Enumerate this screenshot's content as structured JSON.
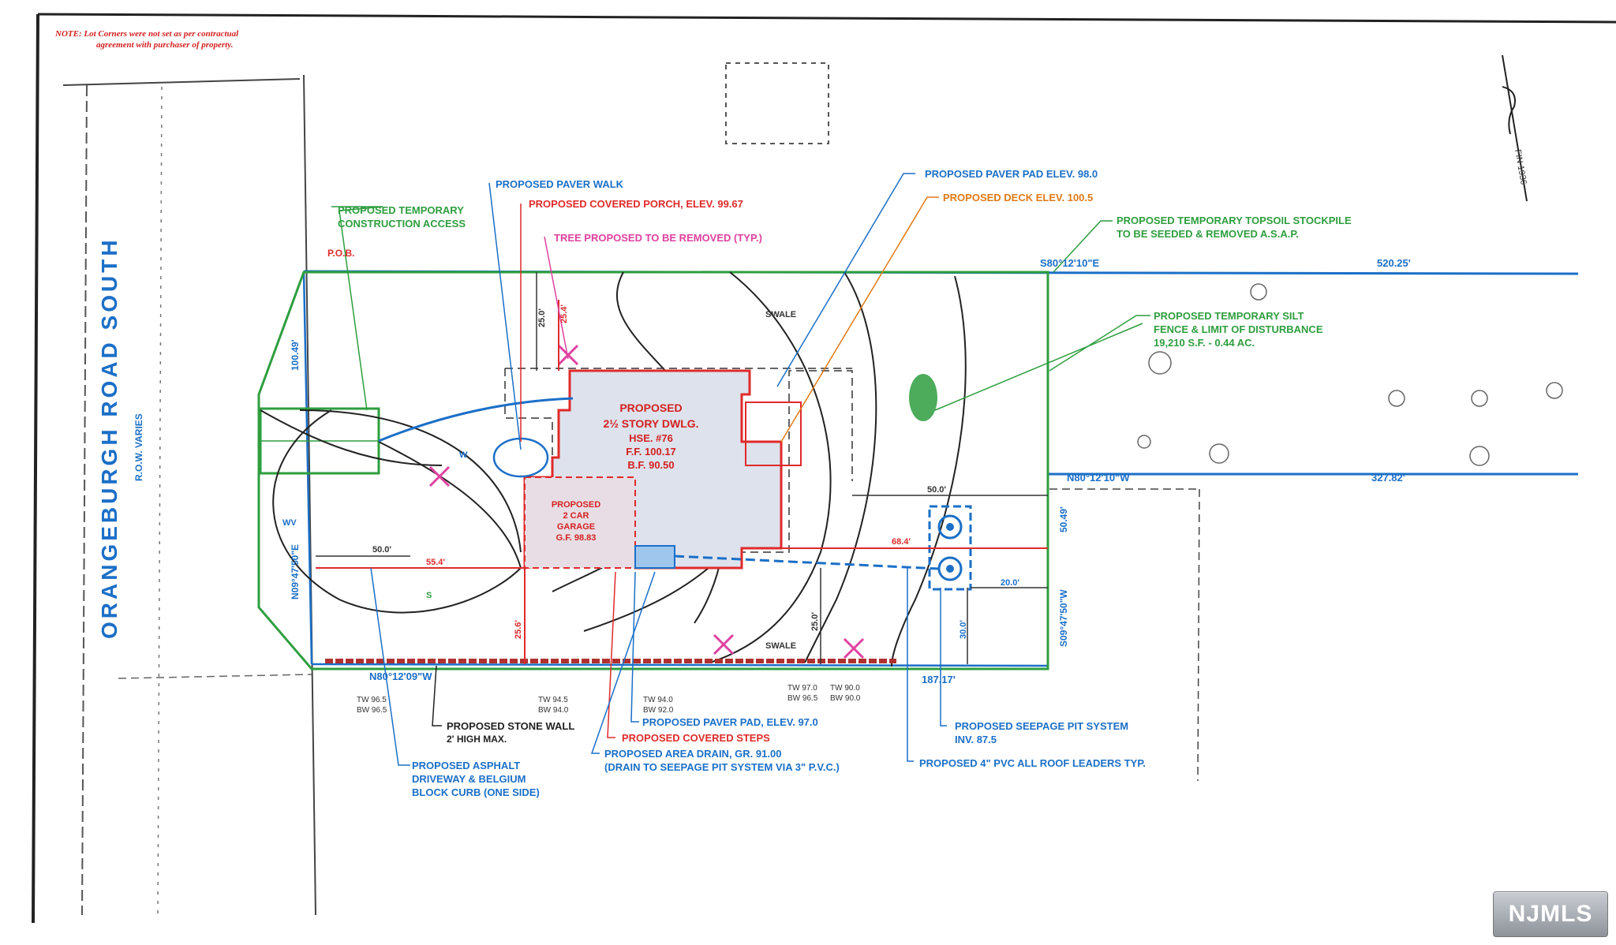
{
  "note": {
    "line1": "NOTE: Lot Corners were not set as per contractual",
    "line2": "agreement with purchaser of property."
  },
  "road": {
    "name": "ORANGEBURGH ROAD SOUTH",
    "row": "R.O.W. VARIES"
  },
  "callouts": {
    "paver_walk": "PROPOSED PAVER WALK",
    "covered_porch": "PROPOSED COVERED PORCH, ELEV. 99.67",
    "tree_removed": "TREE PROPOSED TO BE REMOVED (TYP.)",
    "temp_access_1": "PROPOSED TEMPORARY",
    "temp_access_2": "CONSTRUCTION ACCESS",
    "pob": "P.O.B.",
    "paver_pad": "PROPOSED PAVER PAD  ELEV. 98.0",
    "deck": "PROPOSED DECK  ELEV. 100.5",
    "topsoil_1": "PROPOSED TEMPORARY TOPSOIL STOCKPILE",
    "topsoil_2": "TO BE SEEDED & REMOVED A.S.A.P.",
    "silt_1": "PROPOSED TEMPORARY SILT",
    "silt_2": "FENCE & LIMIT OF DISTURBANCE",
    "silt_3": "19,210 S.F. - 0.44 AC.",
    "stone_wall_1": "PROPOSED STONE WALL",
    "stone_wall_2": "2' HIGH MAX.",
    "asphalt_1": "PROPOSED ASPHALT",
    "asphalt_2": "DRIVEWAY & BELGIUM",
    "asphalt_3": "BLOCK CURB (ONE SIDE)",
    "paver_pad_97": "PROPOSED PAVER PAD, ELEV. 97.0",
    "covered_steps": "PROPOSED COVERED STEPS",
    "area_drain_1": "PROPOSED AREA DRAIN, GR. 91.00",
    "area_drain_2": "(DRAIN TO SEEPAGE PIT SYSTEM VIA 3\" P.V.C.)",
    "seepage_1": "PROPOSED SEEPAGE PIT SYSTEM",
    "seepage_2": "INV. 87.5",
    "pvc": "PROPOSED 4\" PVC ALL ROOF LEADERS TYP."
  },
  "house": {
    "line1": "PROPOSED",
    "line2": "2½ STORY DWLG.",
    "line3": "HSE. #76",
    "line4": "F.F. 100.17",
    "line5": "B.F. 90.50"
  },
  "garage": {
    "line1": "PROPOSED",
    "line2": "2 CAR",
    "line3": "GARAGE",
    "line4": "G.F. 98.83"
  },
  "bearings": {
    "north": "S80°12'10\"E",
    "north_len": "520.25'",
    "east_upper": "N80°12'10\"W",
    "east_upper_len": "327.82'",
    "south": "N80°12'09\"W",
    "south_len": "187.17'",
    "east_side": "S09°47'50\"W",
    "east_side_len": "50.49'",
    "west_side": "N09°47'50\"E",
    "west_len": "100.49'"
  },
  "dims": {
    "d25_top": "25.0'",
    "d25_4": "25.4'",
    "d50_right": "50.0'",
    "d50_left": "50.0'",
    "d55_4": "55.4'",
    "d68_4": "68.4'",
    "d20": "20.0'",
    "d30": "30.0'",
    "d25_bottom": "25.0'",
    "d25_6": "25.6'"
  },
  "labels": {
    "swale_top": "SWALE",
    "swale_bottom": "SWALE",
    "wv": "WV",
    "s_mark": "S",
    "w_mark": "W"
  },
  "spot_grades": {
    "tw_left": "TW 96.5",
    "bw_left": "BW 96.5",
    "tw_mid": "TW 94.5",
    "bw_mid": "BW 94.0",
    "tw_c": "TW 94.0",
    "bw_c": "BW 92.0",
    "tw_r1": "TW 97.0",
    "bw_r1": "BW 96.5",
    "tw_r2": "TW 90.0",
    "bw_r2": "BW 90.0"
  },
  "north_arrow": {
    "text": "FIN 1936"
  },
  "watermark": "NJMLS",
  "colors": {
    "blue": "#1b6fc7",
    "green": "#2e9e3e",
    "red": "#e02a2a",
    "orange": "#e07a16",
    "magenta": "#e040a0",
    "house_fill": "#dde2ec",
    "pencil": "#555555"
  }
}
